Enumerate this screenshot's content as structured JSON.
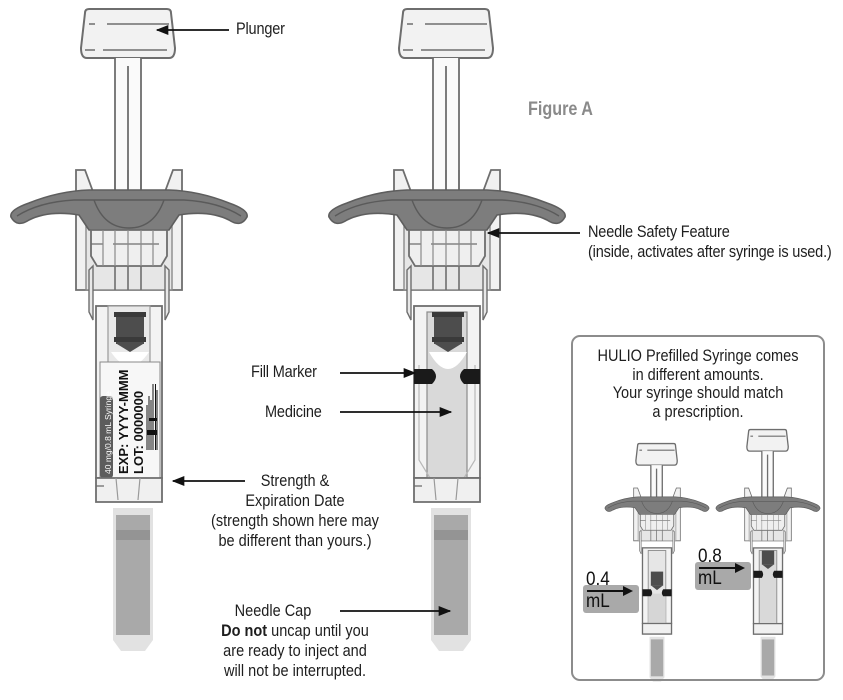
{
  "figure": {
    "title": "Figure A"
  },
  "labels": {
    "plunger": "Plunger",
    "needle_safety_title": "Needle Safety Feature",
    "needle_safety_note": "(inside, activates after syringe is used.)",
    "fill_marker": "Fill Marker",
    "medicine": "Medicine",
    "strength_line1": "Strength &",
    "strength_line2": "Expiration Date",
    "strength_note1": "(strength shown here may",
    "strength_note2": "be different than yours.)",
    "needle_cap": "Needle Cap",
    "needle_cap_warn_bold": "Do not",
    "needle_cap_warn_rest": " uncap until you",
    "needle_cap_warn2": "are ready to inject and",
    "needle_cap_warn3": "will not be interrupted."
  },
  "syringe_label": {
    "strength": "40 mg/0.8 mL Syringe",
    "exp": "EXP: YYYY-MMM",
    "lot": "LOT: 0000000"
  },
  "info_box": {
    "line1": "HULIO Prefilled Syringe comes",
    "line2": "in different amounts.",
    "line3": "Your syringe should match",
    "line4": "a prescription.",
    "volumes": [
      {
        "label": "0.4 mL"
      },
      {
        "label": "0.8 mL"
      }
    ]
  },
  "colors": {
    "figure_title": "#8a8a8a",
    "finger_flange": "#7a7a7a",
    "stopper": "#4a4a4a",
    "needle_cap": "#a9a9a9",
    "outline": "#6b6b6b"
  }
}
